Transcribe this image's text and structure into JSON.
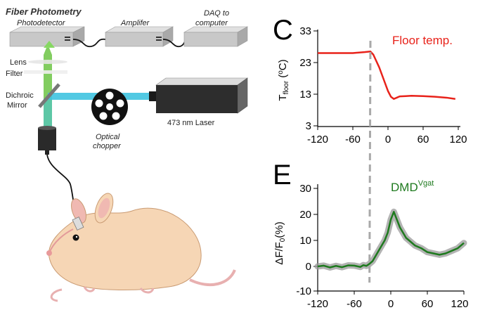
{
  "setup": {
    "title": "Fiber Photometry",
    "labels": {
      "photodetector": "Photodetector",
      "amplifier": "Amplifer",
      "daq_line1": "DAQ to",
      "daq_line2": "computer",
      "lens": "Lens",
      "filter": "Filter",
      "dichroic_line1": "Dichroic",
      "dichroic_line2": "Mirror",
      "chopper_line1": "Optical",
      "chopper_line2": "chopper",
      "laser": "473 nm Laser"
    }
  },
  "colors": {
    "temp_trace": "#e8221a",
    "fluor_trace": "#1e7a1e",
    "fluor_error": "#9a9a9a",
    "event_line": "#a9a9a9",
    "excitation_beam": "#3fc3e0",
    "emission_beam": "#6cc444",
    "box_fill": "#c8c8c8"
  },
  "panels": [
    {
      "letter": "C",
      "annotation": "Floor temp.",
      "ylabel_main": "T",
      "ylabel_sub": "floor",
      "ylabel_paren": " (",
      "ylabel_sup": "o",
      "ylabel_unit": "C)",
      "yticks": [
        "33",
        "23",
        "13",
        "3"
      ],
      "xticks": [
        "-120",
        "-60",
        "0",
        "60",
        "120"
      ]
    },
    {
      "letter": "E",
      "annotation_main": "DMD",
      "annotation_sup": "Vgat",
      "ylabel_main": "ΔF/F",
      "ylabel_sub": "0",
      "ylabel_unit": "(%)",
      "yticks": [
        "30",
        "20",
        "10",
        "0",
        "-10"
      ],
      "xticks": [
        "-120",
        "-60",
        "0",
        "60",
        "120"
      ]
    }
  ],
  "chart_data": [
    {
      "type": "line",
      "xlim": [
        -120,
        120
      ],
      "ylim": [
        3,
        33
      ],
      "event_x": -30,
      "series": [
        {
          "x": [
            -120,
            -100,
            -80,
            -60,
            -40,
            -30,
            -25,
            -20,
            -15,
            -10,
            -5,
            0,
            5,
            10,
            15,
            20,
            30,
            40,
            60,
            80,
            100,
            115
          ],
          "y": [
            26,
            26,
            26,
            26,
            26.3,
            26.5,
            25.5,
            23.5,
            21.5,
            19,
            16.5,
            14,
            12.2,
            11.5,
            11.9,
            12.3,
            12.4,
            12.5,
            12.4,
            12.2,
            11.9,
            11.5
          ]
        }
      ]
    },
    {
      "type": "line",
      "xlim": [
        -120,
        120
      ],
      "ylim": [
        -10,
        30
      ],
      "event_x": -35,
      "series": [
        {
          "x": [
            -120,
            -110,
            -100,
            -90,
            -80,
            -70,
            -60,
            -50,
            -45,
            -40,
            -35,
            -30,
            -25,
            -20,
            -15,
            -10,
            -5,
            0,
            5,
            10,
            15,
            20,
            25,
            30,
            40,
            50,
            60,
            70,
            80,
            90,
            100,
            110,
            120
          ],
          "y": [
            0,
            0.3,
            -0.4,
            0.2,
            -0.3,
            0.4,
            0.3,
            -0.2,
            0.5,
            0.2,
            1,
            2,
            4,
            6,
            8,
            10,
            13,
            18,
            21,
            18,
            15,
            13,
            11,
            10,
            8,
            7,
            5.5,
            5,
            4.5,
            5,
            6,
            7,
            9
          ]
        }
      ]
    }
  ]
}
